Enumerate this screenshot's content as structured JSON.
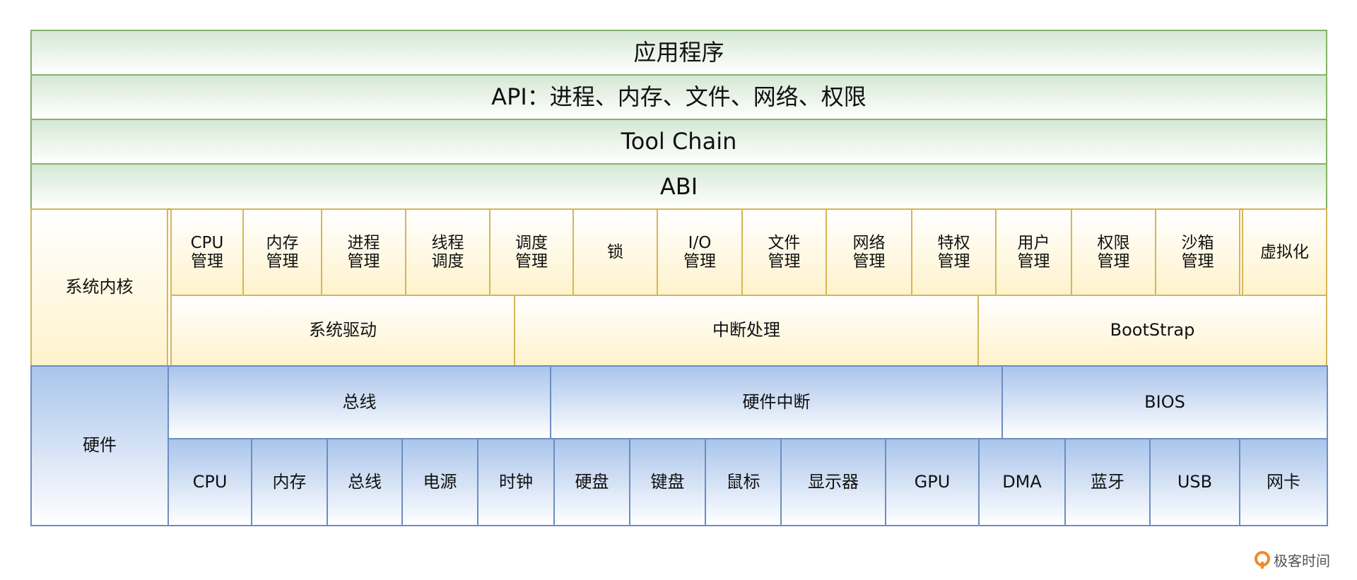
{
  "layers": {
    "app": "应用程序",
    "api": "API：进程、内存、文件、网络、权限",
    "toolchain": "Tool Chain",
    "abi": "ABI"
  },
  "kernel": {
    "label": "系统内核",
    "modules": [
      "CPU\n管理",
      "内存\n管理",
      "进程\n管理",
      "线程\n调度",
      "调度\n管理",
      "锁",
      "I/O\n管理",
      "文件\n管理",
      "网络\n管理",
      "特权\n管理",
      "用户\n管理",
      "权限\n管理",
      "沙箱\n管理",
      "虚拟化"
    ],
    "bottom": [
      "系统驱动",
      "中断处理",
      "BootStrap"
    ]
  },
  "hardware": {
    "label": "硬件",
    "top": [
      "总线",
      "硬件中断",
      "BIOS"
    ],
    "devices": [
      "CPU",
      "内存",
      "总线",
      "电源",
      "时钟",
      "硬盘",
      "键盘",
      "鼠标",
      "显示器",
      "GPU",
      "DMA",
      "蓝牙",
      "USB",
      "网卡"
    ]
  },
  "logo": {
    "text": "极客时间"
  },
  "colors": {
    "green_border": "#82b366",
    "green_fill": "#d5e8d4",
    "orange_border": "#d6b656",
    "orange_fill": "#fff2cc",
    "blue_border": "#6c8ebf",
    "blue_fill": "#a9c4eb",
    "logo_accent": "#f08a24"
  }
}
